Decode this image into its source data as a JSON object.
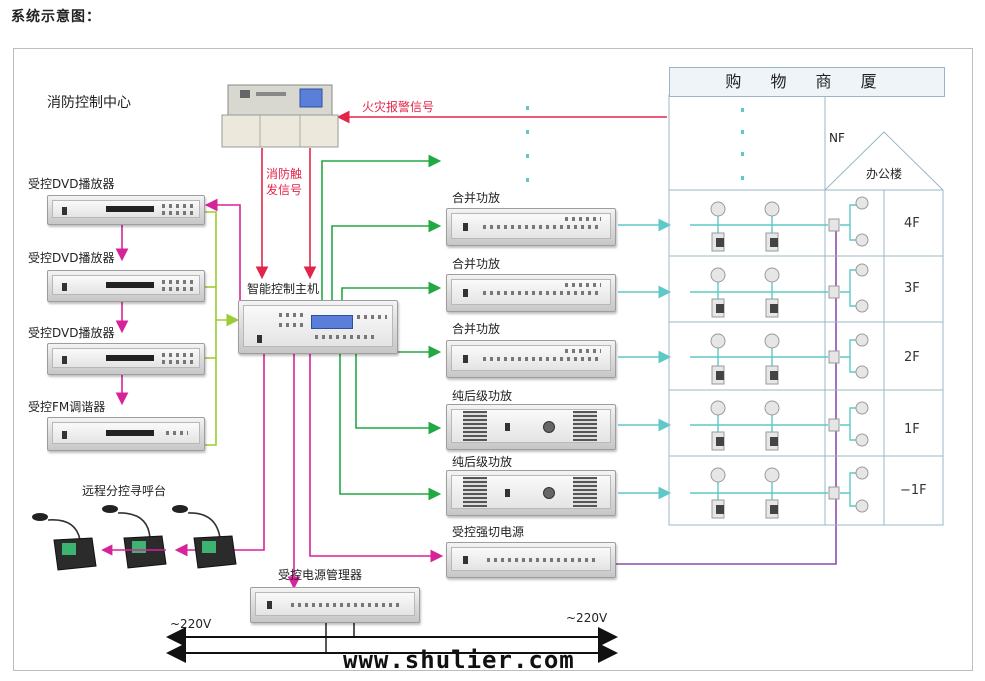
{
  "heading": "系统示意图：",
  "control_center": "消防控制中心",
  "fire_alarm_signal": "火灾报警信号",
  "fire_trigger_line1": "消防触",
  "fire_trigger_line2": "发信号",
  "host": "智能控制主机",
  "dvd1": "受控DVD播放器",
  "dvd2": "受控DVD播放器",
  "dvd3": "受控DVD播放器",
  "fm": "受控FM调谐器",
  "remote_paging": "远程分控寻呼台",
  "amp1": "合并功放",
  "amp2": "合并功放",
  "amp3": "合并功放",
  "poweramp1": "纯后级功放",
  "poweramp2": "纯后级功放",
  "strong_cut": "受控强切电源",
  "power_manager": "受控电源管理器",
  "ac_left": "~220V",
  "ac_right": "~220V",
  "mall": "购 物 商 厦",
  "office": "办公楼",
  "nf": "NF",
  "floors": [
    "4F",
    "3F",
    "2F",
    "1F",
    "−1F"
  ],
  "watermark": "www.shulier.com",
  "colors": {
    "red": "#e2264b",
    "green": "#22a845",
    "lime": "#9acd32",
    "magenta": "#d6239a",
    "cyan": "#5fc8c8",
    "purple": "#8a4fa8",
    "black": "#111111"
  }
}
